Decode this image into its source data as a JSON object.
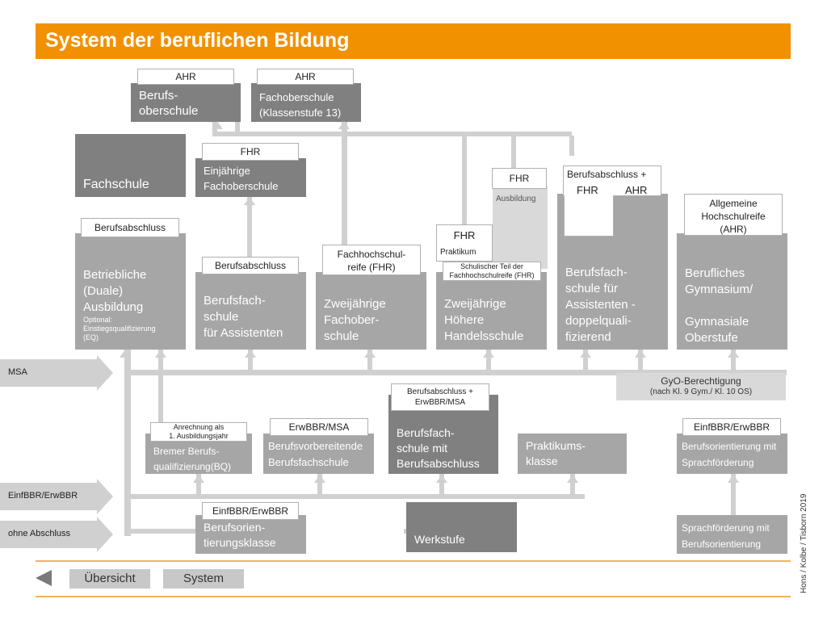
{
  "title": "System der beruflichen Bildung",
  "credit": "Hons / Kolbe / Tisborn 2019",
  "side_labels": {
    "msa": "MSA",
    "einfbbr": "EinfBBR/ErwBBR",
    "ohne": "ohne Abschluss"
  },
  "top": {
    "bos_badge": "AHR",
    "bos_text": "Berufs-\noberschule",
    "fos13_badge": "AHR",
    "fos13_text": "Fachoberschule\n(Klassenstufe 13)"
  },
  "row2": {
    "fachschule": "Fachschule",
    "fos1_badge": "FHR",
    "fos1_text": "Einjährige\nFachoberschule",
    "fhr_badge": "FHR",
    "ausbildung": "Ausbildung",
    "bfa_badge_line1": "Berufsabschluss +",
    "bfa_badge_fhr": "FHR",
    "bfa_badge_ahr": "AHR",
    "ahr_badge": "Allgemeine\nHochschulreife\n(AHR)"
  },
  "row3": {
    "duale_badge": "Berufsabschluss",
    "duale_text": "Betriebliche\n(Duale)\nAusbildung",
    "duale_small": "Optional:\nEinstiegsqualifizierung\n(EQ)",
    "bfs_assist_badge": "Berufsabschluss",
    "bfs_assist_text": "Berufsfach-\nschule\nfür Assistenten",
    "fos2_badge": "Fachhochschul-\nreife (FHR)",
    "fos2_text": "Zweijährige\nFachober-\nschule",
    "hhs_fhr": "FHR",
    "hhs_praktikum": "Praktikum",
    "hhs_small": "Schulischer Teil der\nFachhochschulreife (FHR)",
    "hhs_text": "Zweijährige\nHöhere\nHandelsschule",
    "bfs_dq_text": "Berufsfach-\nschule für\nAssistenten -\ndoppelquali-\nfizierend",
    "gym_text": "Berufliches\nGymnasium/\n\nGymnasiale\nOberstufe"
  },
  "gyo": {
    "line1": "GyO-Berechtigung",
    "line2": "(nach Kl. 9 Gym./  Kl. 10 OS)"
  },
  "row4": {
    "bq_badge": "Anrechnung als\n1. Ausbildungsjahr",
    "bq_text": "Bremer Berufs-\nqualifizierung(BQ)",
    "bvb_badge": "ErwBBR/MSA",
    "bvb_text": "Berufsvorbereitende\nBerufsfachschule",
    "bfs_ba_badge": "Berufsabschluss +\nErwBBR/MSA",
    "bfs_ba_text": "Berufsfach-\nschule mit\nBerufsabschluss",
    "prakt_text": "Praktikums-\nklasse",
    "bo_badge": "EinfBBR/ErwBBR",
    "bo_text": "Berufsorientierung mit\nSprachförderung"
  },
  "row5": {
    "bok_badge": "EinfBBR/ErwBBR",
    "bok_text": "Berufsorien-\ntierungsklasse",
    "werkstufe": "Werkstufe",
    "sf_text": "Sprachförderung mit\nBerufsorientierung"
  },
  "nav": {
    "overview": "Übersicht",
    "system": "System"
  },
  "colors": {
    "accent": "#f29100",
    "box": "#a6a6a6",
    "box_dark": "#808080",
    "connector": "#d0d0d0"
  }
}
